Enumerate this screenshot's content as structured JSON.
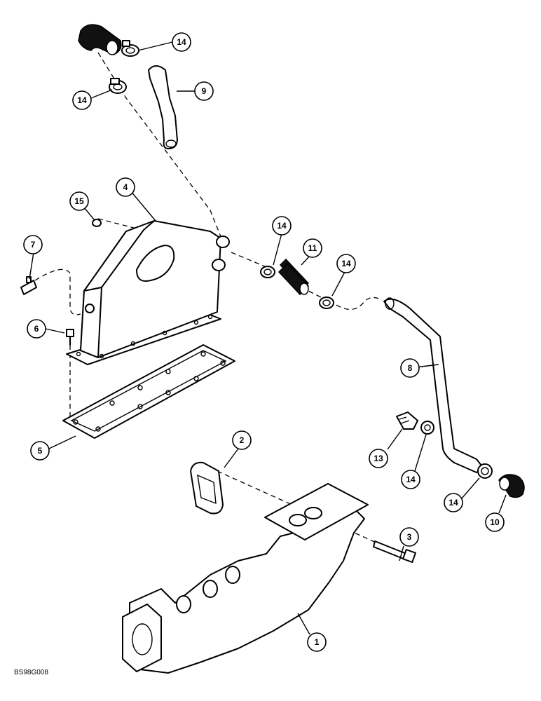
{
  "figure_code": "BS98G008",
  "callouts": {
    "c1": "1",
    "c2": "2",
    "c3": "3",
    "c4": "4",
    "c5": "5",
    "c6": "6",
    "c7": "7",
    "c8": "8",
    "c9": "9",
    "c10": "10",
    "c11": "11",
    "c13": "13",
    "c14a": "14",
    "c14b": "14",
    "c14c": "14",
    "c14d": "14",
    "c14e": "14",
    "c14f": "14",
    "c15": "15"
  }
}
